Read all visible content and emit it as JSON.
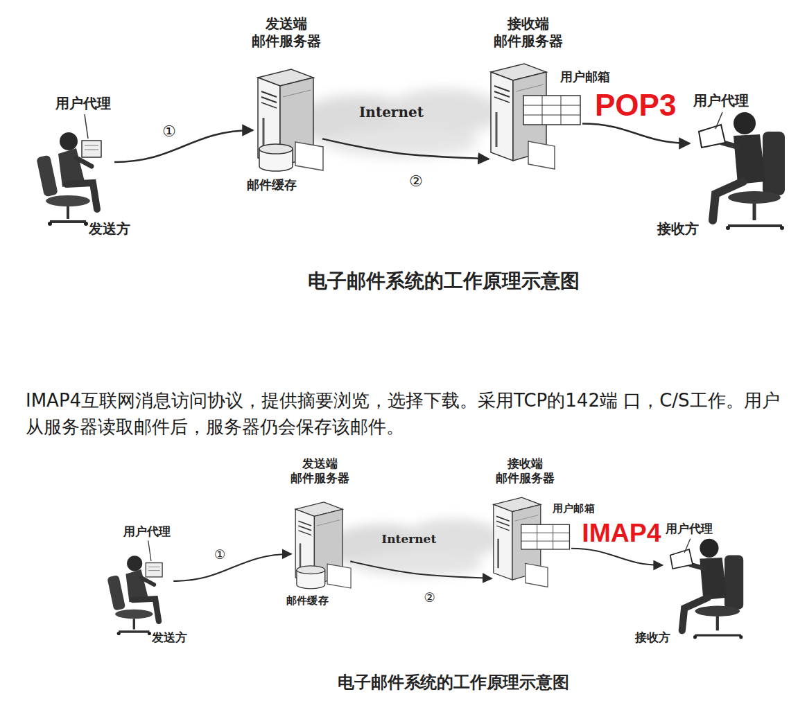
{
  "diagram": {
    "nodes": [
      {
        "text": [
          "用户代理",
          "发送方"
        ]
      },
      {
        "text": [
          "发送端 邮件服务器",
          "邮件缓存"
        ]
      },
      {
        "text": [
          "接收端 邮件服务器",
          "用户邮箱"
        ]
      },
      {
        "text": [
          "用户代理",
          "接收方"
        ]
      },
      {
        "text": [
          "用户代理",
          "发送方"
        ]
      },
      {
        "text": [
          "发送端 邮件服务器",
          "邮件缓存"
        ]
      },
      {
        "text": [
          "接收端 邮件服务器",
          "用户邮箱"
        ]
      },
      {
        "text": [
          "用户代理",
          "接收方"
        ]
      }
    ],
    "edges": [
      {
        "from": 0,
        "to": 1,
        "arrow": "to",
        "label": "①"
      },
      {
        "from": 1,
        "to": 2,
        "arrow": "to",
        "label": "②"
      },
      {
        "from": 2,
        "to": 3,
        "arrow": "to",
        "label": "POP3"
      },
      {
        "from": 4,
        "to": 5,
        "arrow": "to",
        "label": "①"
      },
      {
        "from": 5,
        "to": 6,
        "arrow": "to",
        "label": "②"
      },
      {
        "from": 6,
        "to": 7,
        "arrow": "to",
        "label": "IMAP4"
      }
    ],
    "labels": [
      "Internet",
      "电子邮件系统的工作原理示意图",
      "IMAP4互联网消息访问协议，提供摘要浏览，选择下载。采用TCP的142端 口，C/S工作。用户从服务器读取邮件后，服务器仍会保存该邮件。",
      "Internet",
      "电子邮件系统的工作原理示意图"
    ]
  }
}
